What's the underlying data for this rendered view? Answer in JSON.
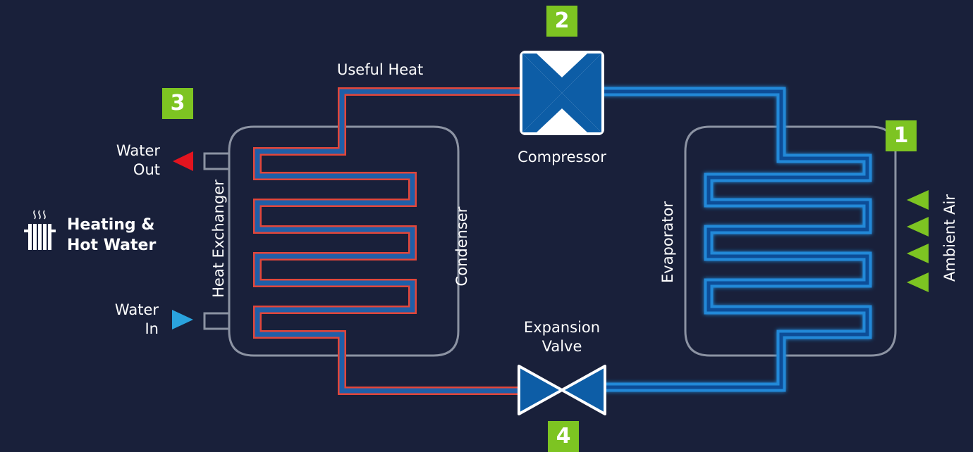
{
  "labels": {
    "useful_heat": "Useful Heat",
    "compressor": "Compressor",
    "expansion_valve_line1": "Expansion",
    "expansion_valve_line2": "Valve",
    "condenser": "Condenser",
    "evaporator": "Evaporator",
    "heat_exchanger": "Heat Exchanger",
    "water_out_line1": "Water",
    "water_out_line2": "Out",
    "water_in_line1": "Water",
    "water_in_line2": "In",
    "heating_line1": "Heating &",
    "heating_line2": "Hot Water",
    "ambient_air": "Ambient Air"
  },
  "badges": {
    "evaporator": "1",
    "compressor": "2",
    "condenser": "3",
    "expansion_valve": "4"
  },
  "colors": {
    "background": "#19203a",
    "hot_line": "#e2463a",
    "cold_line": "#1f86d4",
    "badge": "#7dc422",
    "water_out_arrow": "#e3141f",
    "water_in_arrow": "#2aa3de",
    "ambient_arrows": "#7dc422",
    "component_fill": "#0d5da6"
  },
  "icons": {
    "radiator": "radiator-icon",
    "compressor": "compressor-symbol",
    "expansion_valve": "valve-symbol"
  }
}
